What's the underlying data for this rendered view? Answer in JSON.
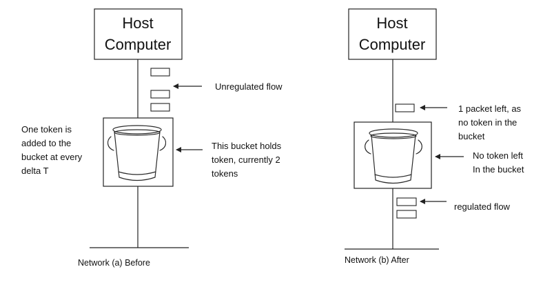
{
  "panel_a": {
    "host_line1": "Host",
    "host_line2": "Computer",
    "unregulated_label": "Unregulated flow",
    "token_note": [
      "One token is",
      "added to the",
      "bucket at every",
      "delta T"
    ],
    "bucket_note": [
      "This bucket holds",
      "token, currently 2",
      "tokens"
    ],
    "caption": "Network (a) Before"
  },
  "panel_b": {
    "host_line1": "Host",
    "host_line2": "Computer",
    "packet_note": [
      "1 packet left, as",
      "no token in the",
      "bucket"
    ],
    "bucket_note": [
      "No token left",
      "In the bucket"
    ],
    "regulated_label": "regulated flow",
    "caption": "Network (b) After"
  },
  "colors": {
    "line": "#222222",
    "background": "#ffffff"
  }
}
